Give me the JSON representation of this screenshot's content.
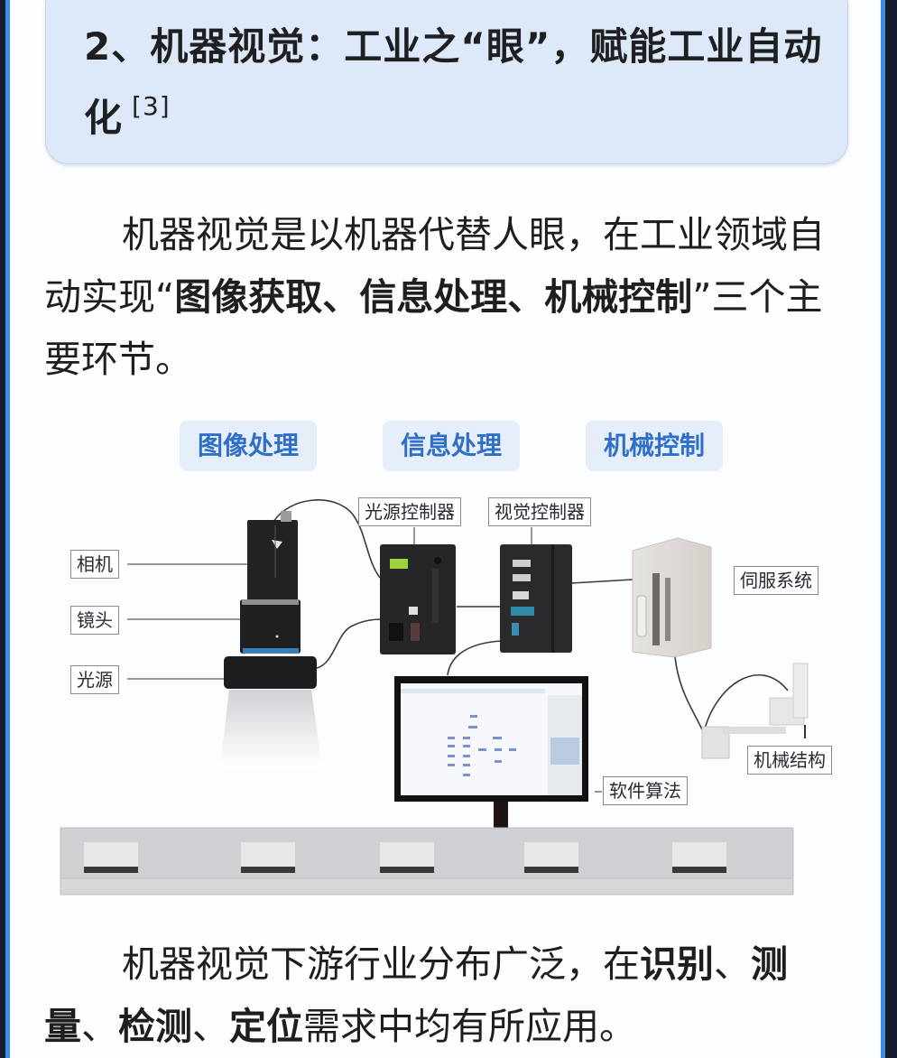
{
  "header": {
    "title": "2、机器视觉：工业之“眼”，赋能工业自动化",
    "ref": "[3]"
  },
  "paragraph1": {
    "seg1": "机器视觉是以机器代替人眼，在工业领域自动实现“",
    "bold": "图像获取、信息处理、机械控制",
    "seg2": "”三个主要环节。"
  },
  "diagram": {
    "phases": [
      "图像处理",
      "信息处理",
      "机械控制"
    ],
    "labels": {
      "camera": "相机",
      "lens": "镜头",
      "light": "光源",
      "light_controller": "光源控制器",
      "vision_controller": "视觉控制器",
      "servo": "伺服系统",
      "mechanism": "机械结构",
      "software": "软件算法"
    },
    "colors": {
      "phase_bg": "#e5eef9",
      "phase_text": "#2f6fc9",
      "conveyor": "#cfd0d3"
    }
  },
  "paragraph2": {
    "seg1": "机器视觉下游行业分布广泛，在",
    "bold1": "识别",
    "sep1": "、",
    "bold2": "测量",
    "sep2": "、",
    "bold3": "检测",
    "sep3": "、",
    "bold4": "定位",
    "seg2": "需求中均有所应用。"
  }
}
